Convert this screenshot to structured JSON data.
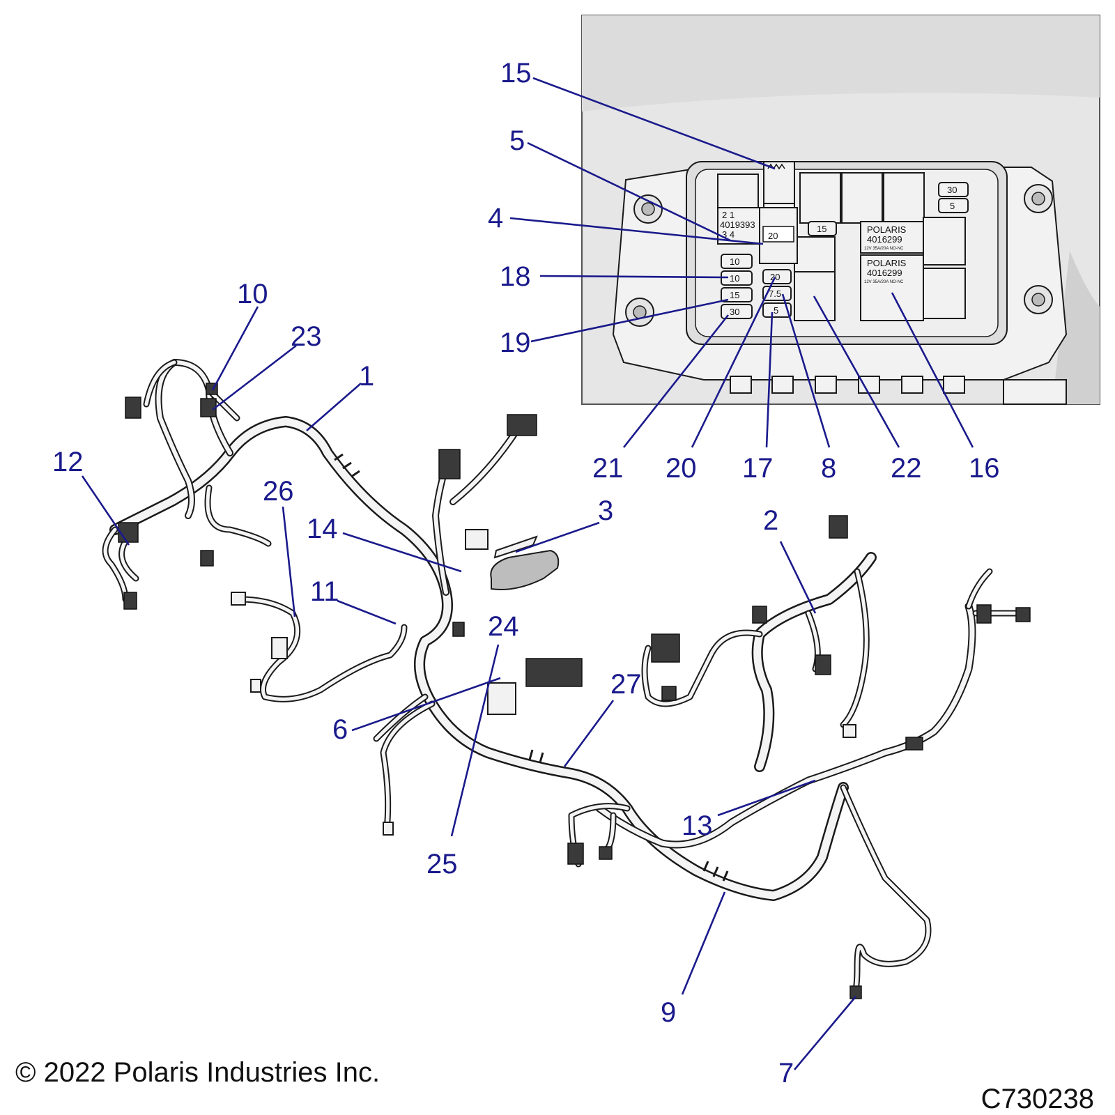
{
  "footer": {
    "copyright": "© 2022 Polaris Industries Inc.",
    "drawing_id": "C730238"
  },
  "callouts": {
    "c1": "1",
    "c2": "2",
    "c3": "3",
    "c4": "4",
    "c5": "5",
    "c6": "6",
    "c7": "7",
    "c8": "8",
    "c9": "9",
    "c10": "10",
    "c11": "11",
    "c12": "12",
    "c13": "13",
    "c14": "14",
    "c15": "15",
    "c16": "16",
    "c17": "17",
    "c18": "18",
    "c19": "19",
    "c20": "20",
    "c21": "21",
    "c22": "22",
    "c23": "23",
    "c24": "24",
    "c25": "25",
    "c26": "26",
    "c27": "27"
  },
  "fuse_box": {
    "relay_top_left": {
      "pins_top": "2   1",
      "part_no": "4019393",
      "pins_bottom": "3   4"
    },
    "relay_polaris_1": {
      "brand": "POLARIS",
      "part_no": "4016299",
      "rating": "12V 35A/20A NO-NC"
    },
    "relay_polaris_2": {
      "brand": "POLARIS",
      "part_no": "4016299",
      "rating": "12V 35A/20A NO-NC"
    },
    "maxi_fuse": "20",
    "fuse_col_left": [
      "10",
      "10",
      "15",
      "30"
    ],
    "fuse_col_mid": [
      "20",
      "7.5",
      "5"
    ],
    "fuse_top": "15",
    "fuse_right": [
      "30",
      "5"
    ]
  },
  "colors": {
    "callout": "#1a1a8c",
    "inset_bg": "#e9e9e9",
    "line": "#1a1a1a"
  }
}
